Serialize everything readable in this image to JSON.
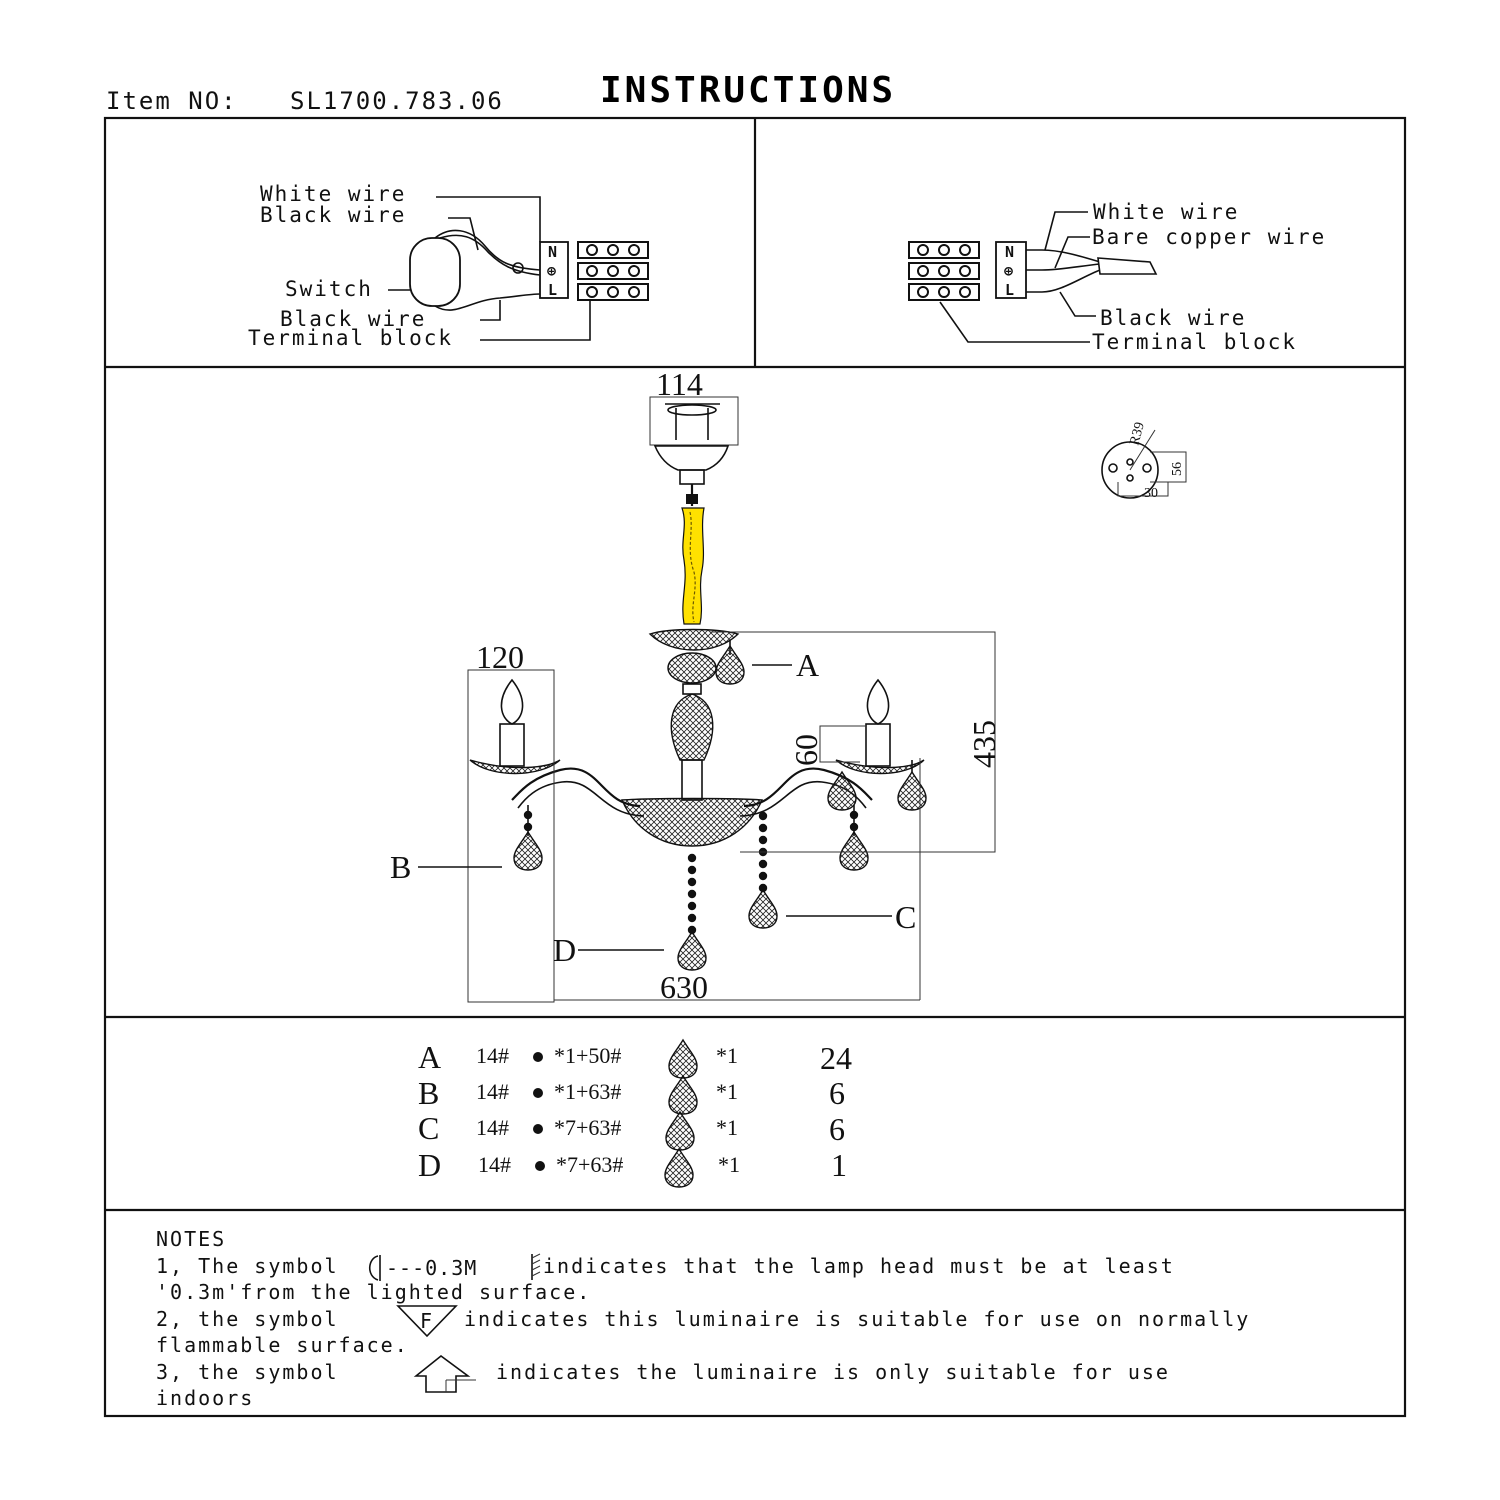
{
  "header": {
    "item_label": "Item NO:",
    "item_number": "SL1700.783.06",
    "title": "INSTRUCTIONS"
  },
  "wiring_left": {
    "white_wire": "White wire",
    "black_wire_top": "Black wire",
    "switch": "Switch",
    "black_wire_bottom": "Black wire",
    "terminal_block": "Terminal block",
    "terminal_letters": [
      "N",
      "⊕",
      "L"
    ]
  },
  "wiring_right": {
    "white_wire": "White wire",
    "bare_copper_wire": "Bare copper wire",
    "black_wire": "Black wire",
    "terminal_block": "Terminal block",
    "terminal_letters": [
      "N",
      "⊕",
      "L"
    ]
  },
  "dimensions": {
    "canopy_width": "114",
    "arm_width": "120",
    "cup_height": "60",
    "total_height": "435",
    "total_width": "630",
    "plate_r": "R39",
    "plate_h": "56",
    "plate_w": "30"
  },
  "callouts": {
    "a": "A",
    "b": "B",
    "c": "C",
    "d": "D"
  },
  "parts_list": [
    {
      "letter": "A",
      "spec_left": "14#",
      "spec_mid": "*1+50#",
      "spec_right": "*1",
      "qty": "24"
    },
    {
      "letter": "B",
      "spec_left": "14#",
      "spec_mid": "*1+63#",
      "spec_right": "*1",
      "qty": "6"
    },
    {
      "letter": "C",
      "spec_left": "14#",
      "spec_mid": "*7+63#",
      "spec_right": "*1",
      "qty": "6"
    },
    {
      "letter": "D",
      "spec_left": "14#",
      "spec_mid": "*7+63#",
      "spec_right": "*1",
      "qty": "1"
    }
  ],
  "notes": {
    "heading": "NOTES",
    "n1_a": "1, The symbol",
    "n1_sym": "---0.3M",
    "n1_b": "indicates that the lamp head must be at least",
    "n1_c": "'0.3m'from the lighted surface.",
    "n2_a": "2, the symbol",
    "n2_sym": "F",
    "n2_b": "indicates  this luminaire is suitable for use on normally",
    "n2_c": "flammable surface.",
    "n3_a": "3, the symbol",
    "n3_b": "indicates the luminaire is only suitable for use",
    "n3_c": "indoors"
  },
  "colors": {
    "ink": "#111111",
    "highlight": "#ffe100"
  }
}
